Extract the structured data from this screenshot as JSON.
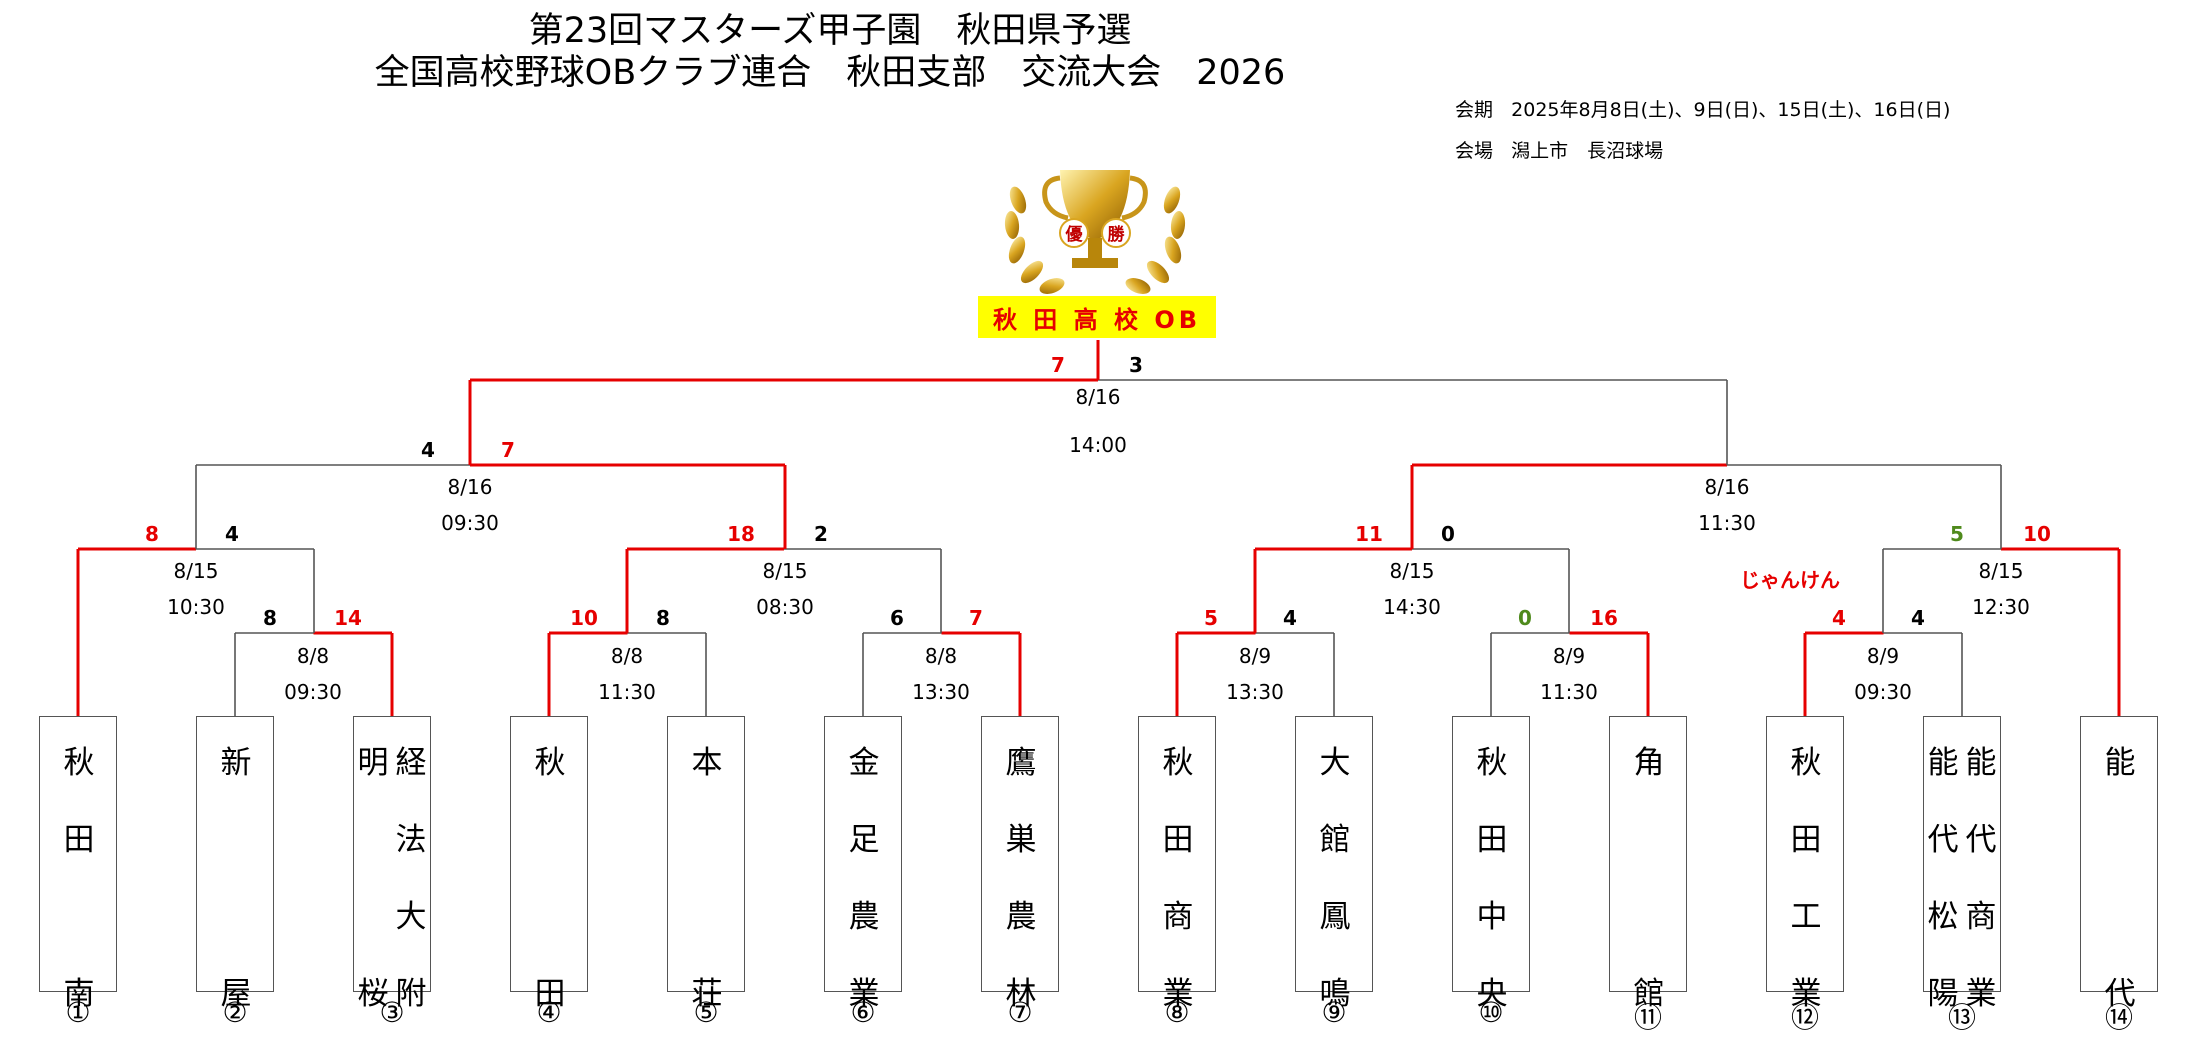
{
  "header": {
    "title_line1": "第23回マスターズ甲子園　秋田県予選",
    "title_line2": "全国高校野球OBクラブ連合　秋田支部　交流大会　2026",
    "period_label": "会期",
    "period_value": "2025年8月8日(土)、9日(日)、15日(土)、16日(日)",
    "venue_label": "会場",
    "venue_value": "潟上市　長沼球場"
  },
  "trophy": {
    "icon": "trophy-icon",
    "badge_left": "優",
    "badge_right": "勝",
    "champion": "秋 田 高 校 OB"
  },
  "colors": {
    "winner_line": "#e60000",
    "loser_line": "#555555",
    "green_score": "#4f8a1c",
    "highlight": "#ffff00"
  },
  "teams": [
    {
      "no": "①",
      "lines": [
        [
          "秋",
          "田",
          "",
          "南"
        ]
      ]
    },
    {
      "no": "②",
      "lines": [
        [
          "新",
          "",
          "",
          "屋"
        ]
      ]
    },
    {
      "no": "③",
      "lines": [
        [
          "明",
          "",
          "",
          "桜"
        ],
        [
          "経",
          "法",
          "大",
          "附"
        ]
      ]
    },
    {
      "no": "④",
      "lines": [
        [
          "秋",
          "",
          "",
          "田"
        ]
      ]
    },
    {
      "no": "⑤",
      "lines": [
        [
          "本",
          "",
          "",
          "荘"
        ]
      ]
    },
    {
      "no": "⑥",
      "lines": [
        [
          "金",
          "足",
          "農",
          "業"
        ]
      ]
    },
    {
      "no": "⑦",
      "lines": [
        [
          "鷹",
          "巣",
          "農",
          "林"
        ]
      ]
    },
    {
      "no": "⑧",
      "lines": [
        [
          "秋",
          "田",
          "商",
          "業"
        ]
      ]
    },
    {
      "no": "⑨",
      "lines": [
        [
          "大",
          "館",
          "鳳",
          "鳴"
        ]
      ]
    },
    {
      "no": "⑩",
      "lines": [
        [
          "秋",
          "田",
          "中",
          "央"
        ]
      ]
    },
    {
      "no": "⑪",
      "lines": [
        [
          "角",
          "",
          "",
          "館"
        ]
      ]
    },
    {
      "no": "⑫",
      "lines": [
        [
          "秋",
          "田",
          "工",
          "業"
        ]
      ]
    },
    {
      "no": "⑬",
      "lines": [
        [
          "能",
          "代",
          "松",
          "陽"
        ],
        [
          "能",
          "代",
          "商",
          "業"
        ]
      ]
    },
    {
      "no": "⑭",
      "lines": [
        [
          "能",
          "",
          "",
          "代"
        ]
      ]
    }
  ],
  "matches": [
    {
      "id": "r1-a",
      "date": "8/8",
      "time": "09:30",
      "left_score": "8",
      "right_score": "14",
      "winner": "right"
    },
    {
      "id": "r1-b",
      "date": "8/8",
      "time": "11:30",
      "left_score": "10",
      "right_score": "8",
      "winner": "left"
    },
    {
      "id": "r1-c",
      "date": "8/8",
      "time": "13:30",
      "left_score": "6",
      "right_score": "7",
      "winner": "right"
    },
    {
      "id": "r1-d",
      "date": "8/9",
      "time": "13:30",
      "left_score": "5",
      "right_score": "4",
      "winner": "left"
    },
    {
      "id": "r1-e",
      "date": "8/9",
      "time": "11:30",
      "left_score": "0",
      "right_score": "16",
      "winner": "right"
    },
    {
      "id": "r1-f",
      "date": "8/9",
      "time": "09:30",
      "left_score": "4",
      "right_score": "4",
      "winner": "left"
    },
    {
      "id": "r2-a",
      "date": "8/15",
      "time": "10:30",
      "left_score": "8",
      "right_score": "4",
      "winner": "left"
    },
    {
      "id": "r2-b",
      "date": "8/15",
      "time": "08:30",
      "left_score": "18",
      "right_score": "2",
      "winner": "left"
    },
    {
      "id": "r2-c",
      "date": "8/15",
      "time": "14:30",
      "left_score": "11",
      "right_score": "0",
      "winner": "left"
    },
    {
      "id": "r2-d",
      "date": "8/15",
      "time": "12:30",
      "left_score": "5",
      "right_score": "10",
      "winner": "right"
    },
    {
      "id": "sf-a",
      "date": "8/16",
      "time": "09:30",
      "left_score": "4",
      "right_score": "7",
      "winner": "right"
    },
    {
      "id": "sf-b",
      "date": "8/16",
      "time": "11:30",
      "left_score": "",
      "right_score": "",
      "winner": "left"
    },
    {
      "id": "final",
      "date": "8/16",
      "time": "14:00",
      "left_score": "7",
      "right_score": "3",
      "winner": "left"
    }
  ],
  "notes": {
    "janken": "じゃんけん"
  }
}
